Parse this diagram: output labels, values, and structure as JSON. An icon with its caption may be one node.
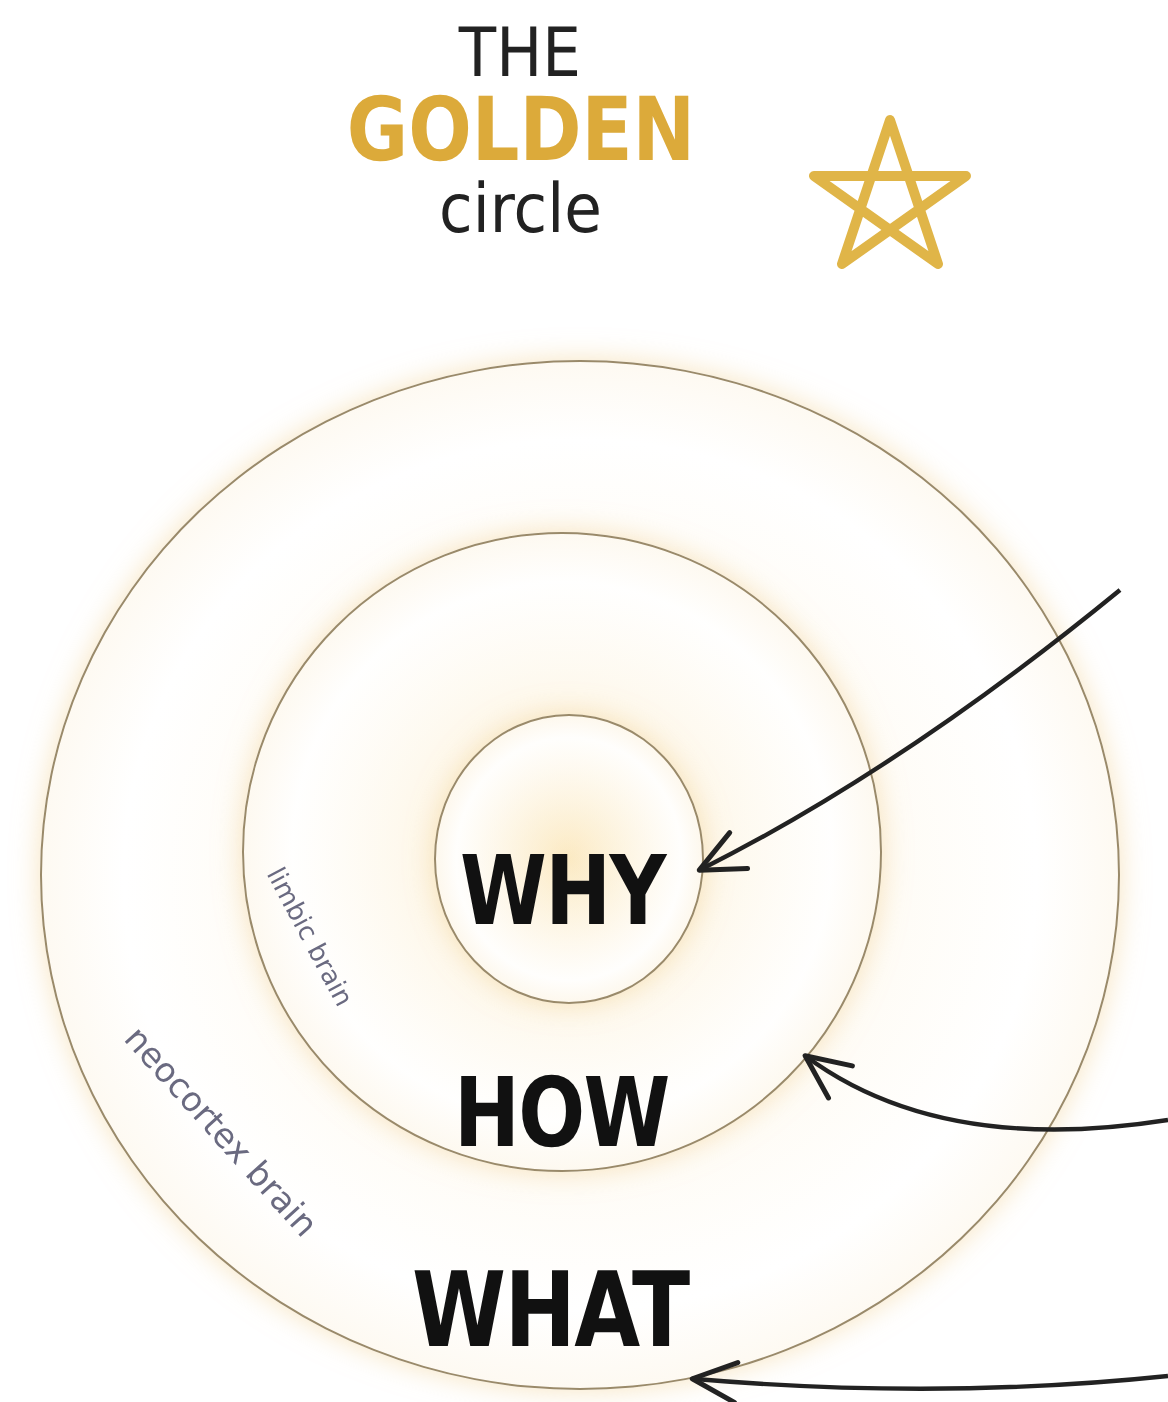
{
  "diagram": {
    "title": "THE GOLDEN circle",
    "nodes": [
      {
        "text": [
          "neocortex brain",
          "WHAT"
        ]
      },
      {
        "text": [
          "limbic brain",
          "HOW"
        ],
        "in": 0
      },
      {
        "text": [
          "WHY"
        ],
        "in": 1
      }
    ],
    "edges": [
      {
        "from": null,
        "to": 2,
        "arrow": "to"
      },
      {
        "from": null,
        "to": 1,
        "arrow": "to"
      },
      {
        "from": null,
        "to": 0,
        "arrow": "to"
      }
    ]
  }
}
